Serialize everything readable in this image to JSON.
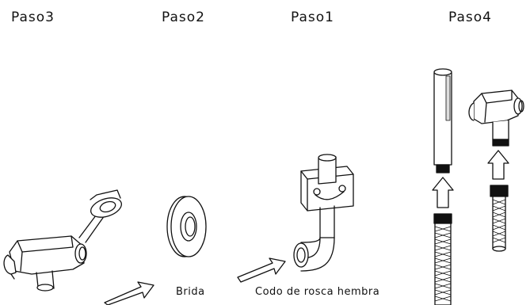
{
  "steps": {
    "step3": "Paso3",
    "step2": "Paso2",
    "step1": "Paso1",
    "step4": "Paso4"
  },
  "labels": {
    "flange": "Brida",
    "elbow": "Codo de rosca hembra"
  }
}
